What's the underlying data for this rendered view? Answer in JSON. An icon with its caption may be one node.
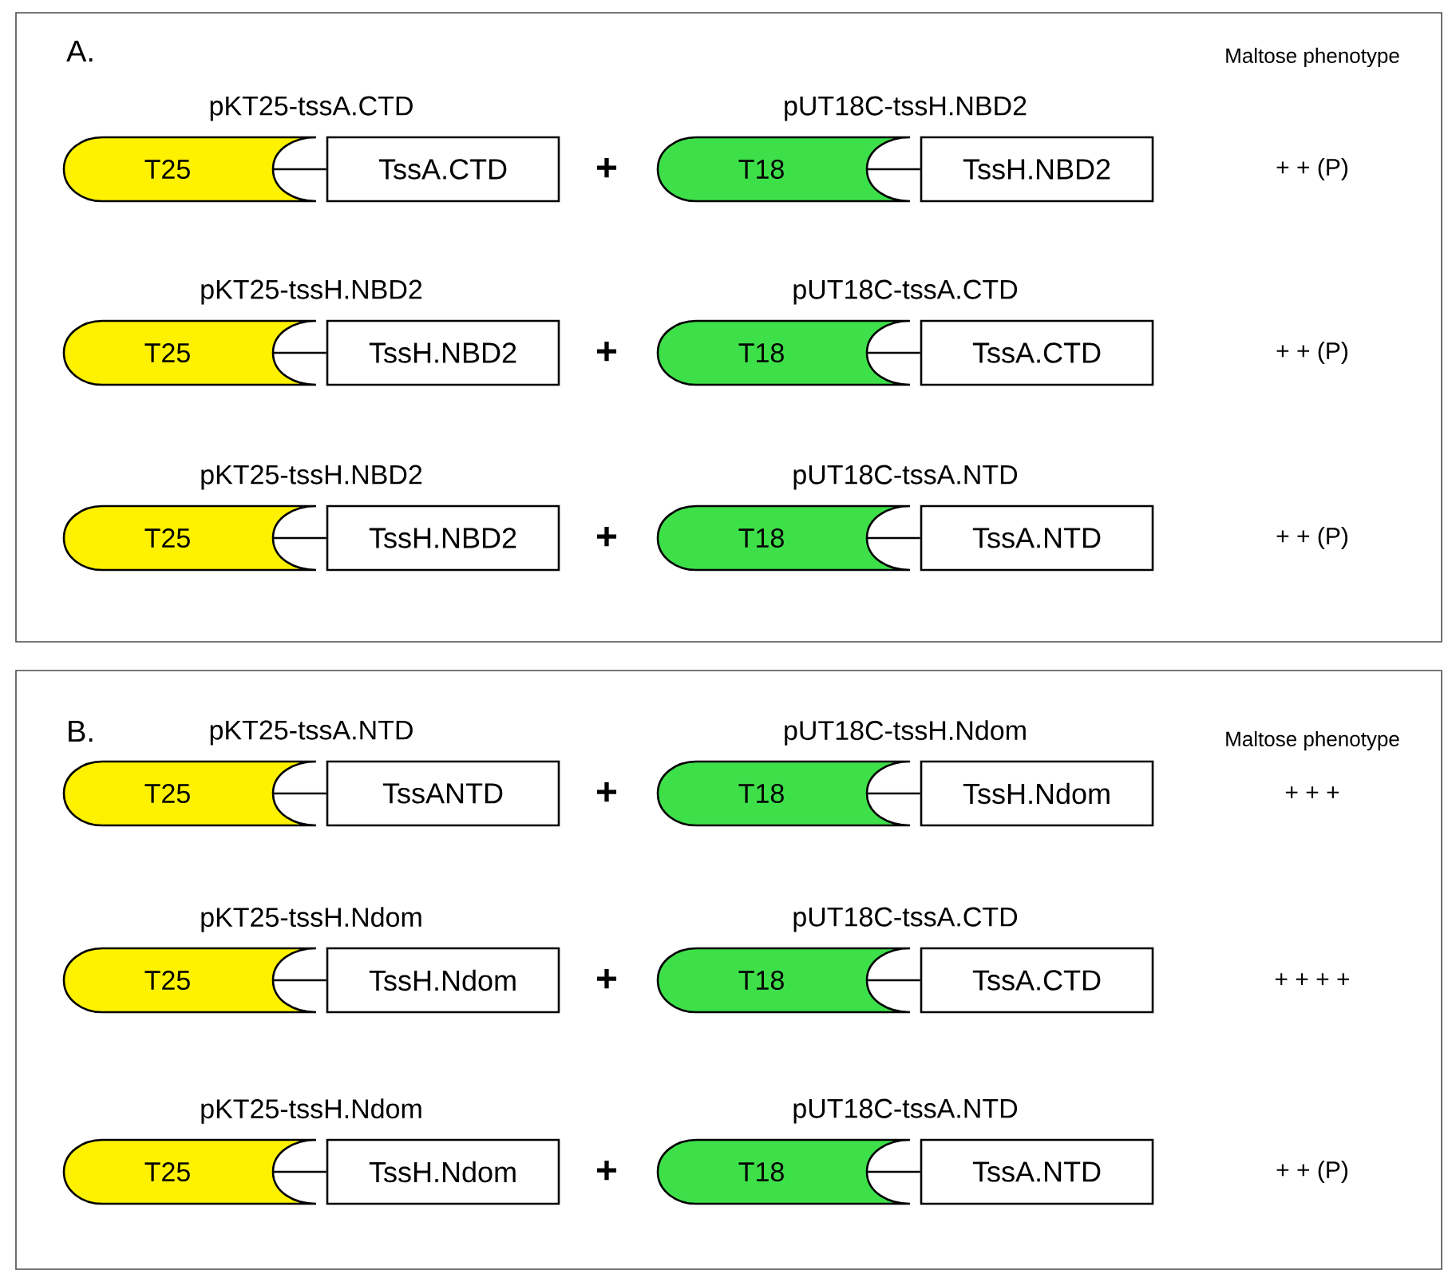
{
  "diagram": {
    "nodes": [
      {
        "text": [
          "A."
        ]
      },
      {
        "text": [
          "T25"
        ],
        "in": 0
      },
      {
        "text": [
          "TssA.CTD"
        ],
        "in": 0
      },
      {
        "text": [
          "T18"
        ],
        "in": 0
      },
      {
        "text": [
          "TssH.NBD2"
        ],
        "in": 0
      },
      {
        "text": [
          "T25"
        ],
        "in": 0
      },
      {
        "text": [
          "TssH.NBD2"
        ],
        "in": 0
      },
      {
        "text": [
          "T18"
        ],
        "in": 0
      },
      {
        "text": [
          "TssA.CTD"
        ],
        "in": 0
      },
      {
        "text": [
          "T25"
        ],
        "in": 0
      },
      {
        "text": [
          "TssH.NBD2"
        ],
        "in": 0
      },
      {
        "text": [
          "T18"
        ],
        "in": 0
      },
      {
        "text": [
          "TssA.NTD"
        ],
        "in": 0
      },
      {
        "text": [
          "B."
        ]
      },
      {
        "text": [
          "T25"
        ],
        "in": 13
      },
      {
        "text": [
          "TssANTD"
        ],
        "in": 13
      },
      {
        "text": [
          "T18"
        ],
        "in": 13
      },
      {
        "text": [
          "TssH.Ndom"
        ],
        "in": 13
      },
      {
        "text": [
          "T25"
        ],
        "in": 13
      },
      {
        "text": [
          "TssH.Ndom"
        ],
        "in": 13
      },
      {
        "text": [
          "T18"
        ],
        "in": 13
      },
      {
        "text": [
          "TssA.CTD"
        ],
        "in": 13
      },
      {
        "text": [
          "T25"
        ],
        "in": 13
      },
      {
        "text": [
          "TssH.Ndom"
        ],
        "in": 13
      },
      {
        "text": [
          "T18"
        ],
        "in": 13
      },
      {
        "text": [
          "TssA.NTD"
        ],
        "in": 13
      }
    ],
    "edges": [
      {
        "from": 1,
        "to": 2,
        "arrow": "none"
      },
      {
        "from": 3,
        "to": 4,
        "arrow": "none"
      },
      {
        "from": 5,
        "to": 6,
        "arrow": "none"
      },
      {
        "from": 7,
        "to": 8,
        "arrow": "none"
      },
      {
        "from": 9,
        "to": 10,
        "arrow": "none"
      },
      {
        "from": 11,
        "to": 12,
        "arrow": "none"
      },
      {
        "from": 14,
        "to": 15,
        "arrow": "none"
      },
      {
        "from": 16,
        "to": 17,
        "arrow": "none"
      },
      {
        "from": 18,
        "to": 19,
        "arrow": "none"
      },
      {
        "from": 20,
        "to": 21,
        "arrow": "none"
      },
      {
        "from": 22,
        "to": 23,
        "arrow": "none"
      },
      {
        "from": 24,
        "to": 25,
        "arrow": "none"
      }
    ],
    "labels": [
      "Maltose phenotype",
      "pKT25-tssA.CTD",
      "pUT18C-tssH.NBD2",
      "+",
      "+ + (P)",
      "pKT25-tssH.NBD2",
      "pUT18C-tssA.CTD",
      "+",
      "+ + (P)",
      "pKT25-tssH.NBD2",
      "pUT18C-tssA.NTD",
      "+",
      "+ + (P)",
      "pKT25-tssA.NTD",
      "pUT18C-tssH.Ndom",
      "Maltose phenotype",
      "+",
      "+ + +",
      "pKT25-tssH.Ndom",
      "pUT18C-tssA.CTD",
      "+",
      "+ + + +",
      "pKT25-tssH.Ndom",
      "pUT18C-tssA.NTD",
      "+",
      "+ + (P)"
    ]
  }
}
